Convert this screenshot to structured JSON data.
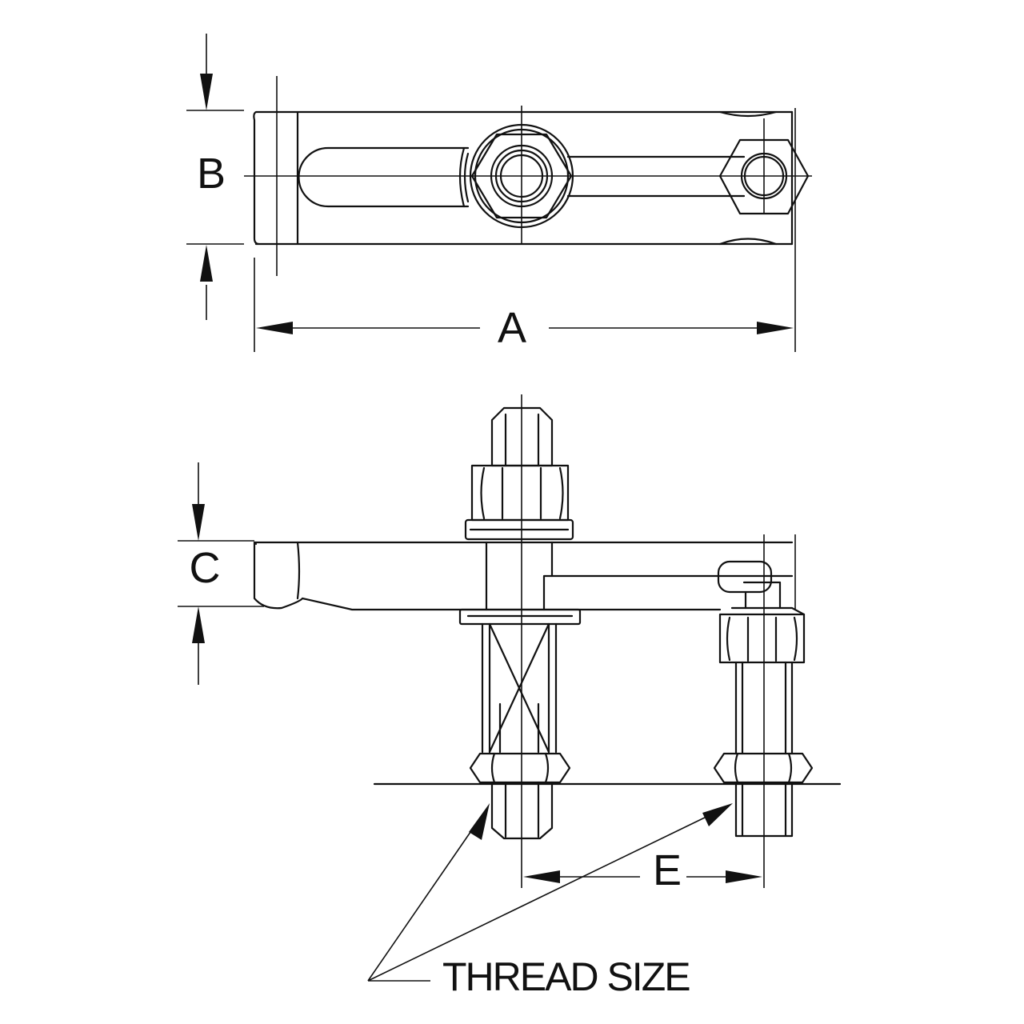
{
  "labels": {
    "dim_a": "A",
    "dim_b": "B",
    "dim_c": "C",
    "dim_e": "E",
    "thread_size": "THREAD SIZE"
  }
}
